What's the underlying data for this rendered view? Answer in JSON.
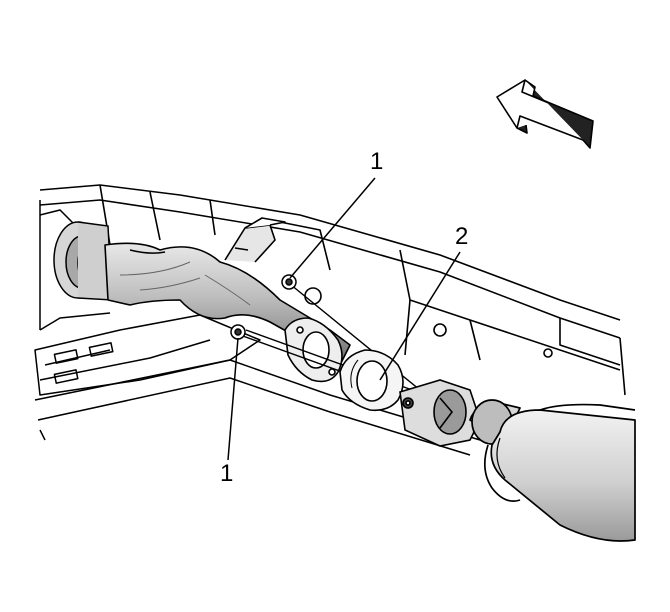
{
  "callouts": {
    "nut_upper": "1",
    "nut_lower": "1",
    "gasket": "2"
  },
  "icons": {
    "direction": "front-arrow-icon"
  },
  "colors": {
    "line": "#000000",
    "background": "#ffffff",
    "shade_light": "#bfbfbf",
    "shade_mid": "#8c8c8c",
    "shade_dark": "#555555"
  }
}
